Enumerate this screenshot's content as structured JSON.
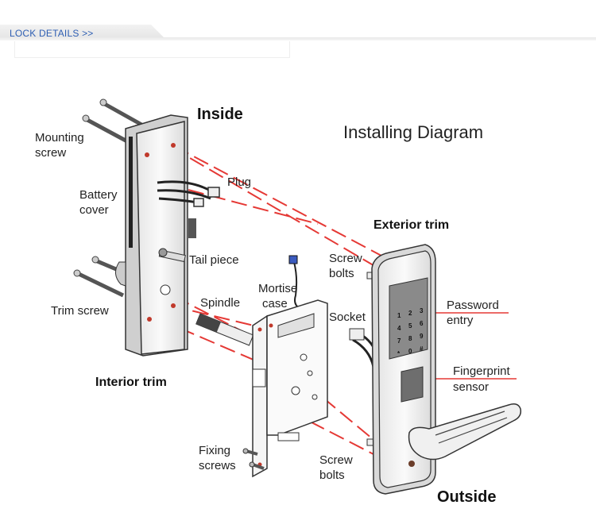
{
  "header": {
    "title": "LOCK DETAILS >>"
  },
  "diagram": {
    "title": "Installing Diagram",
    "labels": {
      "inside": "Inside",
      "outside": "Outside",
      "mounting_screw_1": "Mounting",
      "mounting_screw_2": "screw",
      "battery_cover_1": "Battery",
      "battery_cover_2": "cover",
      "plug": "Plug",
      "tail_piece": "Tail piece",
      "trim_screw": "Trim screw",
      "spindle": "Spindle",
      "mortise_case_1": "Mortise",
      "mortise_case_2": "case",
      "interior_trim": "Interior trim",
      "exterior_trim": "Exterior trim",
      "screw_bolts_top_1": "Screw",
      "screw_bolts_top_2": "bolts",
      "socket": "Socket",
      "password_entry_1": "Password",
      "password_entry_2": "entry",
      "fingerprint_sensor_1": "Fingerprint",
      "fingerprint_sensor_2": "sensor",
      "fixing_screws_1": "Fixing",
      "fixing_screws_2": "screws",
      "screw_bolts_bottom_1": "Screw",
      "screw_bolts_bottom_2": "bolts"
    },
    "keypad_keys": [
      "1",
      "2",
      "3",
      "4",
      "5",
      "6",
      "7",
      "8",
      "9",
      "*",
      "0",
      "#"
    ],
    "colors": {
      "leader_red": "#e53935",
      "outline": "#333333",
      "panel_fill": "#f4f4f4",
      "keypad_fill": "#8a8a8a"
    }
  }
}
